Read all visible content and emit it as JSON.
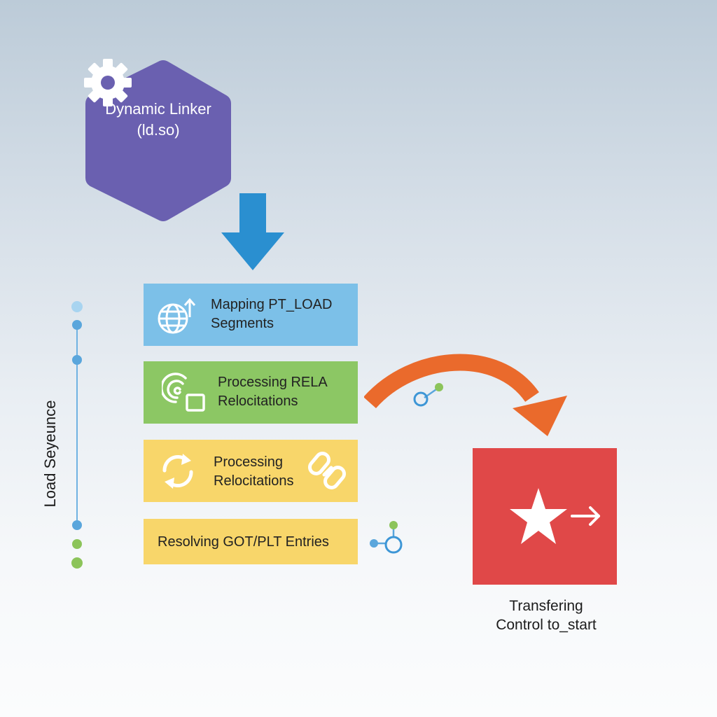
{
  "linker": {
    "title": "Dynamic Linker",
    "subtitle": "(ld.so)",
    "icon": "gear-icon",
    "color": "#6a60b0"
  },
  "sequence_label": "Load Seyeunce",
  "steps": [
    {
      "line1": "Mapping PT_LOAD",
      "line2": "Segments",
      "icon": "globe-upload-icon",
      "color": "#7cc0e8"
    },
    {
      "line1": "Processing RELA",
      "line2": "Relocitations",
      "icon": "spiral-square-icon",
      "color": "#8cc764"
    },
    {
      "line1": "Processing",
      "line2": "Relocitations",
      "icons": [
        "refresh-icon",
        "chain-link-icon"
      ],
      "color": "#f8d66a"
    },
    {
      "line1": "Resolving GOT/PLT Entries",
      "color": "#f8d66a"
    }
  ],
  "target": {
    "line1": "Transfering",
    "line2": "Control to_start",
    "icons": [
      "star-icon",
      "arrow-right-icon"
    ],
    "color": "#e04848"
  },
  "colors": {
    "arrow_down": "#2a8fd0",
    "arrow_curve": "#ea6a2c",
    "timeline": "#6fb2e2",
    "node_green": "#8cc45a"
  }
}
